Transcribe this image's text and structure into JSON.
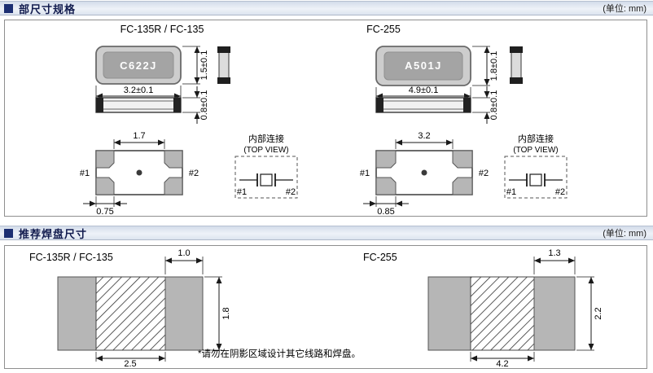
{
  "colors": {
    "accent_navy": "#1c2f72",
    "header_gradient_top": "#d3dcea",
    "header_gradient_bottom": "#dce4ef",
    "package_gray": "#cdcdcd",
    "pad_gray": "#b6b6b6"
  },
  "section1": {
    "title": "部尺寸规格",
    "unit": "(单位: mm)",
    "fc135": {
      "name": "FC-135R / FC-135",
      "part_label": "C622J",
      "dim_width": "3.2±0.1",
      "dim_height": "1.5±0.1",
      "dim_thickness": "0.8±0.1",
      "dim_pad_pitch": "1.7",
      "dim_pad_width": "0.75",
      "pin1": "#1",
      "pin2": "#2",
      "internal_title": "内部连接",
      "internal_view": "(TOP VIEW)",
      "internal_pin1": "#1",
      "internal_pin2": "#2"
    },
    "fc255": {
      "name": "FC-255",
      "part_label": "A501J",
      "dim_width": "4.9±0.1",
      "dim_height": "1.8±0.1",
      "dim_thickness": "0.8±0.1",
      "dim_pad_pitch": "3.2",
      "dim_pad_width": "0.85",
      "pin1": "#1",
      "pin2": "#2",
      "internal_title": "内部连接",
      "internal_view": "(TOP VIEW)",
      "internal_pin1": "#1",
      "internal_pin2": "#2"
    }
  },
  "section2": {
    "title": "推荐焊盘尺寸",
    "unit": "(单位: mm)",
    "fc135": {
      "name": "FC-135R / FC-135",
      "pad_width": "1.0",
      "pad_height": "1.8",
      "pad_gap": "2.5"
    },
    "fc255": {
      "name": "FC-255",
      "pad_width": "1.3",
      "pad_height": "2.2",
      "pad_gap": "4.2"
    },
    "note": "*请勿在阴影区域设计其它线路和焊盘。"
  }
}
